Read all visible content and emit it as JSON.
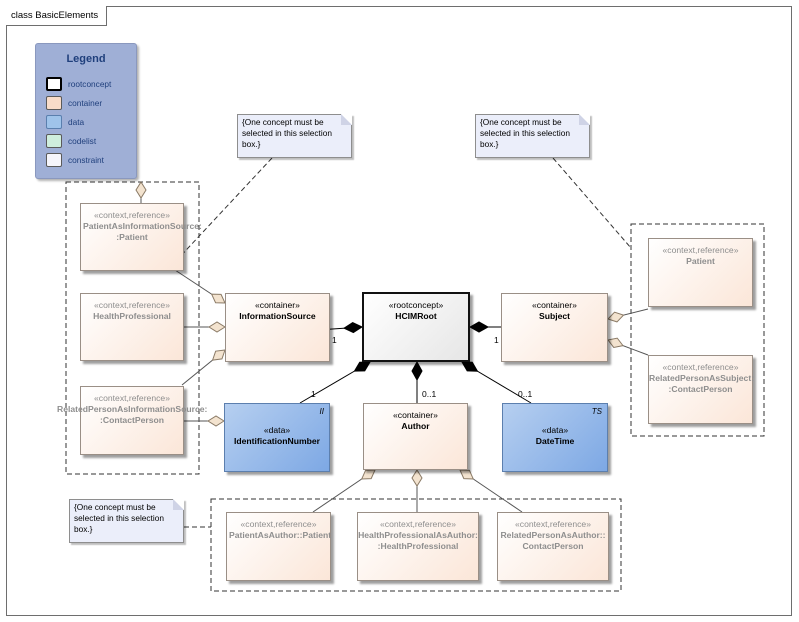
{
  "frame": {
    "title": "class BasicElements"
  },
  "legend": {
    "title": "Legend",
    "items": [
      {
        "label": "rootconcept",
        "color": "#ffffff",
        "border": "#000000"
      },
      {
        "label": "container",
        "color": "#f8dcc9",
        "border": "#6e6e6e"
      },
      {
        "label": "data",
        "color": "#9fc3ea",
        "border": "#5a7fae"
      },
      {
        "label": "codelist",
        "color": "#cfeedd",
        "border": "#6e6e6e"
      },
      {
        "label": "constraint",
        "color": "#f5f5fb",
        "border": "#6e6e6e"
      }
    ]
  },
  "nodes": {
    "root": {
      "stereotype": "«rootconcept»",
      "name": "HCIMRoot"
    },
    "information_source": {
      "stereotype": "«container»",
      "name": "InformationSource"
    },
    "subject": {
      "stereotype": "«container»",
      "name": "Subject"
    },
    "author": {
      "stereotype": "«container»",
      "name": "Author"
    },
    "identification_number": {
      "stereotype": "«data»",
      "name": "IdentificationNumber",
      "type_tag": "II"
    },
    "date_time": {
      "stereotype": "«data»",
      "name": "DateTime",
      "type_tag": "TS"
    },
    "patient_as_information_source": {
      "stereotype": "«context,reference»",
      "name_line1": "PatientAsInformationSource:",
      "name_line2": ":Patient"
    },
    "health_professional": {
      "stereotype": "«context,reference»",
      "name": "HealthProfessional"
    },
    "related_person_as_information_source": {
      "stereotype": "«context,reference»",
      "name_line1": "RelatedPersonAsInformationSource:",
      "name_line2": ":ContactPerson"
    },
    "patient": {
      "stereotype": "«context,reference»",
      "name": "Patient"
    },
    "related_person_as_subject": {
      "stereotype": "«context,reference»",
      "name_line1": "RelatedPersonAsSubject:",
      "name_line2": ":ContactPerson"
    },
    "patient_as_author": {
      "stereotype": "«context,reference»",
      "name": "PatientAsAuthor::Patient"
    },
    "health_professional_as_author": {
      "stereotype": "«context,reference»",
      "name_line1": "HealthProfessionalAsAuthor:",
      "name_line2": ":HealthProfessional"
    },
    "related_person_as_author": {
      "stereotype": "«context,reference»",
      "name_line1": "RelatedPersonAsAuthor::",
      "name_line2": "ContactPerson"
    }
  },
  "notes": {
    "information_source_note": {
      "line1": "{One concept must be",
      "line2": "selected in this selection",
      "line3": "box.}"
    },
    "subject_note": {
      "line1": "{One concept must be",
      "line2": "selected in this selection",
      "line3": "box.}"
    },
    "author_note": {
      "line1": "{One concept must be",
      "line2": "selected in this selection",
      "line3": "box.}"
    }
  },
  "multiplicities": {
    "information_source": "1",
    "subject": "1",
    "identification_number": "1",
    "author": "0..1",
    "date_time": "0..1"
  }
}
